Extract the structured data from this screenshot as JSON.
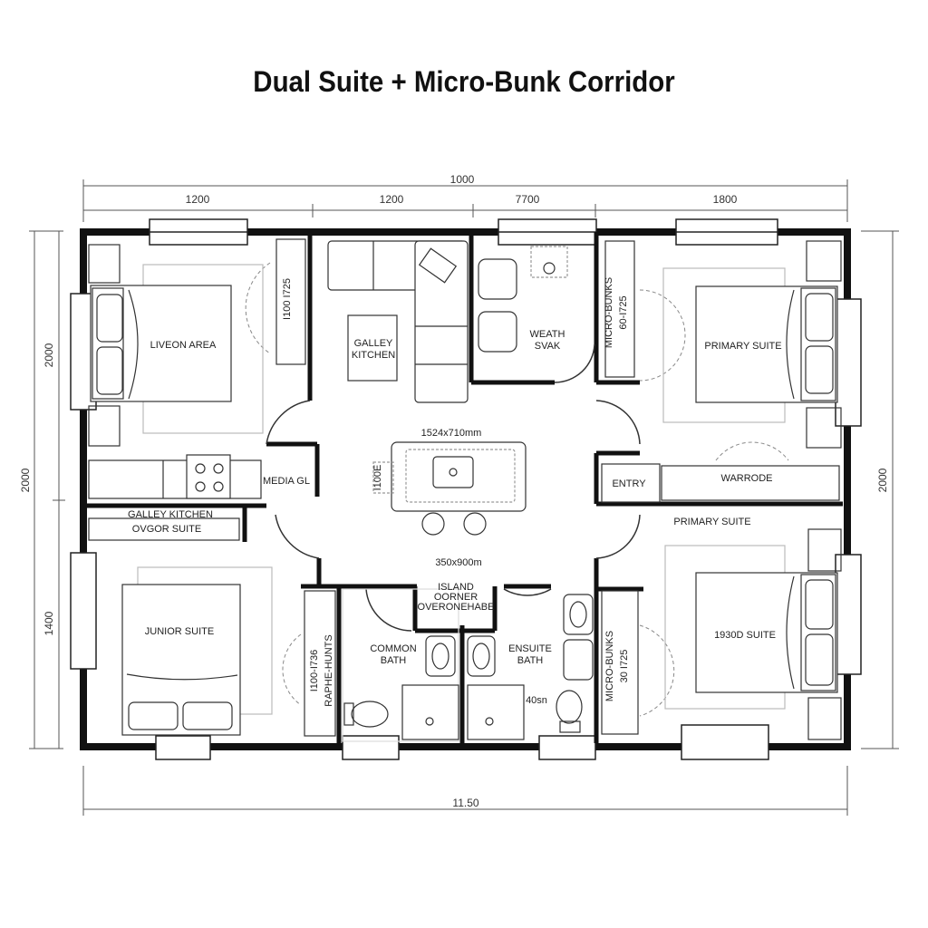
{
  "title": "Dual Suite + Micro-Bunk Corridor",
  "dimensions": {
    "top_overall": "1000",
    "top_1": "1200",
    "top_2": "1200",
    "top_3": "7700",
    "top_4": "1800",
    "left_1": "2000",
    "left_2": "2000",
    "left_3": "1400",
    "right_1": "2000",
    "bottom": "11.50"
  },
  "rooms": {
    "living_area": "LIVEON AREA",
    "galley_kitchen": [
      "GALLEY",
      "KITCHEN"
    ],
    "wash_walk": [
      "WEATH",
      "SVAK"
    ],
    "primary_suite_top": "PRIMARY SUITE",
    "media": "MEDIA GL",
    "entry": "ENTRY",
    "wardrobe": "WARRODE",
    "galley_kitchen_2": "GALLEY KITCHEN",
    "overflow_suite": "OVGOR SUITE",
    "primary_suite_label": "PRIMARY SUITE",
    "junior_suite": "JUNIOR SUITE",
    "suite_bottom_right": "1930D SUITE",
    "common_bath": [
      "COMMON",
      "BATH"
    ],
    "ensuite_bath": [
      "ENSUITE",
      "BATH"
    ],
    "island": [
      "ISLAND",
      "OORNER",
      "OVERONEHABE"
    ]
  },
  "annotations": {
    "island_size": "1524x710mm",
    "hall_size": "350x900m",
    "top_left_note": "I100 I725",
    "micro_bunks_top": "MICRO-BUNKS",
    "micro_bunks_top_dim": "60-I725",
    "micro_bunks_bottom_left": "RAPHE-HUNTS",
    "micro_bunks_bottom_left_dim": "I100-I736",
    "micro_bunks_bottom_right": "MICRO-BUNKS",
    "micro_bunks_bottom_right_dim": "30 I725",
    "island_left_note": "I100E",
    "ensuite_note": "40sn"
  }
}
